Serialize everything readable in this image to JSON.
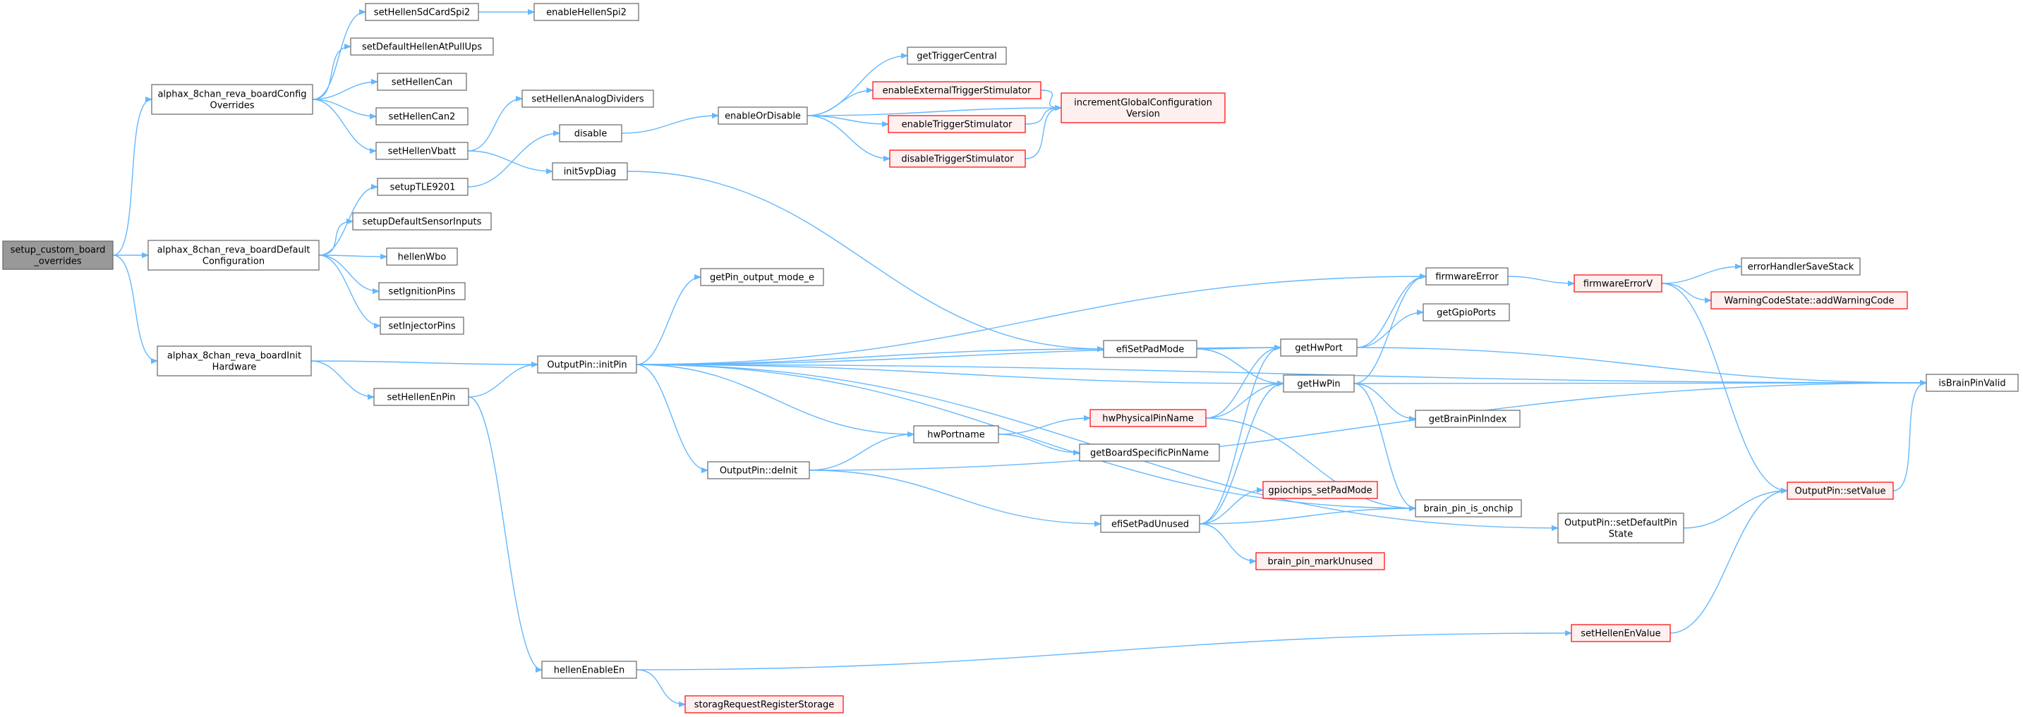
{
  "colors": {
    "edge": "#63b8ff",
    "node_border": "#666666",
    "node_fill": "#ffffff",
    "truncated_border": "#ff0000",
    "truncated_fill": "#fff0f0",
    "root_fill": "#999999"
  },
  "nodes": [
    {
      "id": "root",
      "lines": [
        "setup_custom_board",
        "_overrides"
      ],
      "style": "root"
    },
    {
      "id": "cfg",
      "lines": [
        "alphax_8chan_reva_boardConfig",
        "Overrides"
      ],
      "style": "normal"
    },
    {
      "id": "def",
      "lines": [
        "alphax_8chan_reva_boardDefault",
        "Configuration"
      ],
      "style": "normal"
    },
    {
      "id": "init",
      "lines": [
        "alphax_8chan_reva_boardInit",
        "Hardware"
      ],
      "style": "normal"
    },
    {
      "id": "sdspi",
      "lines": [
        "setHellenSdCardSpi2"
      ],
      "style": "normal"
    },
    {
      "id": "enspi",
      "lines": [
        "enableHellenSpi2"
      ],
      "style": "normal"
    },
    {
      "id": "pullups",
      "lines": [
        "setDefaultHellenAtPullUps"
      ],
      "style": "normal"
    },
    {
      "id": "can",
      "lines": [
        "setHellenCan"
      ],
      "style": "normal"
    },
    {
      "id": "can2",
      "lines": [
        "setHellenCan2"
      ],
      "style": "normal"
    },
    {
      "id": "vbatt",
      "lines": [
        "setHellenVbatt"
      ],
      "style": "normal"
    },
    {
      "id": "adiv",
      "lines": [
        "setHellenAnalogDividers"
      ],
      "style": "normal"
    },
    {
      "id": "tle",
      "lines": [
        "setupTLE9201"
      ],
      "style": "normal"
    },
    {
      "id": "sensors",
      "lines": [
        "setupDefaultSensorInputs"
      ],
      "style": "normal"
    },
    {
      "id": "wbo",
      "lines": [
        "hellenWbo"
      ],
      "style": "normal"
    },
    {
      "id": "ign",
      "lines": [
        "setIgnitionPins"
      ],
      "style": "normal"
    },
    {
      "id": "inj",
      "lines": [
        "setInjectorPins"
      ],
      "style": "normal"
    },
    {
      "id": "enpin",
      "lines": [
        "setHellenEnPin"
      ],
      "style": "normal"
    },
    {
      "id": "disable",
      "lines": [
        "disable"
      ],
      "style": "normal"
    },
    {
      "id": "i5v",
      "lines": [
        "init5vpDiag"
      ],
      "style": "normal"
    },
    {
      "id": "eod",
      "lines": [
        "enableOrDisable"
      ],
      "style": "normal"
    },
    {
      "id": "gtc",
      "lines": [
        "getTriggerCentral"
      ],
      "style": "normal"
    },
    {
      "id": "eets",
      "lines": [
        "enableExternalTriggerStimulator"
      ],
      "style": "truncated"
    },
    {
      "id": "ets",
      "lines": [
        "enableTriggerStimulator"
      ],
      "style": "truncated"
    },
    {
      "id": "dts",
      "lines": [
        "disableTriggerStimulator"
      ],
      "style": "truncated"
    },
    {
      "id": "igcv",
      "lines": [
        "incrementGlobalConfiguration",
        "Version"
      ],
      "style": "truncated"
    },
    {
      "id": "opinit",
      "lines": [
        "OutputPin::initPin"
      ],
      "style": "normal"
    },
    {
      "id": "gpom",
      "lines": [
        "getPin_output_mode_e"
      ],
      "style": "normal"
    },
    {
      "id": "fwerr",
      "lines": [
        "firmwareError"
      ],
      "style": "normal"
    },
    {
      "id": "fwerrv",
      "lines": [
        "firmwareErrorV"
      ],
      "style": "truncated"
    },
    {
      "id": "ehss",
      "lines": [
        "errorHandlerSaveStack"
      ],
      "style": "normal"
    },
    {
      "id": "wcs",
      "lines": [
        "WarningCodeState::addWarningCode"
      ],
      "style": "truncated"
    },
    {
      "id": "gpioports",
      "lines": [
        "getGpioPorts"
      ],
      "style": "normal"
    },
    {
      "id": "efipad",
      "lines": [
        "efiSetPadMode"
      ],
      "style": "normal"
    },
    {
      "id": "hwport",
      "lines": [
        "getHwPort"
      ],
      "style": "normal"
    },
    {
      "id": "hwpin",
      "lines": [
        "getHwPin"
      ],
      "style": "normal"
    },
    {
      "id": "ibpv",
      "lines": [
        "isBrainPinValid"
      ],
      "style": "normal"
    },
    {
      "id": "hwphys",
      "lines": [
        "hwPhysicalPinName"
      ],
      "style": "truncated"
    },
    {
      "id": "gbpi",
      "lines": [
        "getBrainPinIndex"
      ],
      "style": "normal"
    },
    {
      "id": "hwportname",
      "lines": [
        "hwPortname"
      ],
      "style": "normal"
    },
    {
      "id": "gbspn",
      "lines": [
        "getBoardSpecificPinName"
      ],
      "style": "normal"
    },
    {
      "id": "opdeinit",
      "lines": [
        "OutputPin::deInit"
      ],
      "style": "normal"
    },
    {
      "id": "gpiochips",
      "lines": [
        "gpiochips_setPadMode"
      ],
      "style": "truncated"
    },
    {
      "id": "unused",
      "lines": [
        "efiSetPadUnused"
      ],
      "style": "normal"
    },
    {
      "id": "onchip",
      "lines": [
        "brain_pin_is_onchip"
      ],
      "style": "normal"
    },
    {
      "id": "markunused",
      "lines": [
        "brain_pin_markUnused"
      ],
      "style": "truncated"
    },
    {
      "id": "sdps",
      "lines": [
        "OutputPin::setDefaultPin",
        "State"
      ],
      "style": "normal"
    },
    {
      "id": "setval",
      "lines": [
        "OutputPin::setValue"
      ],
      "style": "truncated"
    },
    {
      "id": "ensetval",
      "lines": [
        "setHellenEnValue"
      ],
      "style": "truncated"
    },
    {
      "id": "hellenen",
      "lines": [
        "hellenEnableEn"
      ],
      "style": "normal"
    },
    {
      "id": "storag",
      "lines": [
        "storagRequestRegisterStorage"
      ],
      "style": "truncated"
    }
  ],
  "edges": [
    [
      "root",
      "cfg"
    ],
    [
      "root",
      "def"
    ],
    [
      "root",
      "init"
    ],
    [
      "cfg",
      "sdspi"
    ],
    [
      "cfg",
      "pullups"
    ],
    [
      "cfg",
      "can"
    ],
    [
      "cfg",
      "can2"
    ],
    [
      "cfg",
      "vbatt"
    ],
    [
      "sdspi",
      "enspi"
    ],
    [
      "vbatt",
      "adiv"
    ],
    [
      "vbatt",
      "i5v"
    ],
    [
      "def",
      "tle"
    ],
    [
      "def",
      "sensors"
    ],
    [
      "def",
      "wbo"
    ],
    [
      "def",
      "ign"
    ],
    [
      "def",
      "inj"
    ],
    [
      "tle",
      "disable"
    ],
    [
      "disable",
      "eod"
    ],
    [
      "eod",
      "gtc"
    ],
    [
      "eod",
      "eets"
    ],
    [
      "eod",
      "ets"
    ],
    [
      "eod",
      "dts"
    ],
    [
      "eod",
      "igcv"
    ],
    [
      "eets",
      "igcv"
    ],
    [
      "ets",
      "igcv"
    ],
    [
      "dts",
      "igcv"
    ],
    [
      "i5v",
      "efipad"
    ],
    [
      "init",
      "opinit"
    ],
    [
      "init",
      "enpin"
    ],
    [
      "enpin",
      "opinit"
    ],
    [
      "enpin",
      "hellenen"
    ],
    [
      "opinit",
      "gpom"
    ],
    [
      "opinit",
      "fwerr"
    ],
    [
      "opinit",
      "ibpv"
    ],
    [
      "opinit",
      "hwport"
    ],
    [
      "opinit",
      "efipad"
    ],
    [
      "opinit",
      "hwpin"
    ],
    [
      "opinit",
      "hwportname"
    ],
    [
      "opinit",
      "opdeinit"
    ],
    [
      "opinit",
      "onchip"
    ],
    [
      "opinit",
      "sdps"
    ],
    [
      "fwerr",
      "fwerrv"
    ],
    [
      "fwerrv",
      "ehss"
    ],
    [
      "fwerrv",
      "wcs"
    ],
    [
      "fwerrv",
      "setval"
    ],
    [
      "efipad",
      "hwport"
    ],
    [
      "efipad",
      "hwpin"
    ],
    [
      "hwport",
      "fwerr"
    ],
    [
      "hwport",
      "gpioports"
    ],
    [
      "hwport",
      "ibpv"
    ],
    [
      "hwpin",
      "fwerr"
    ],
    [
      "hwpin",
      "ibpv"
    ],
    [
      "hwpin",
      "gbpi"
    ],
    [
      "hwpin",
      "onchip"
    ],
    [
      "hwportname",
      "hwphys"
    ],
    [
      "hwportname",
      "gbspn"
    ],
    [
      "hwphys",
      "hwport"
    ],
    [
      "hwphys",
      "hwpin"
    ],
    [
      "hwphys",
      "onchip"
    ],
    [
      "opdeinit",
      "hwportname"
    ],
    [
      "opdeinit",
      "ibpv"
    ],
    [
      "opdeinit",
      "unused"
    ],
    [
      "unused",
      "hwport"
    ],
    [
      "unused",
      "hwpin"
    ],
    [
      "unused",
      "gpiochips"
    ],
    [
      "unused",
      "onchip"
    ],
    [
      "unused",
      "markunused"
    ],
    [
      "sdps",
      "setval"
    ],
    [
      "setval",
      "ibpv"
    ],
    [
      "ensetval",
      "setval"
    ],
    [
      "hellenen",
      "ensetval"
    ],
    [
      "hellenen",
      "storag"
    ]
  ]
}
